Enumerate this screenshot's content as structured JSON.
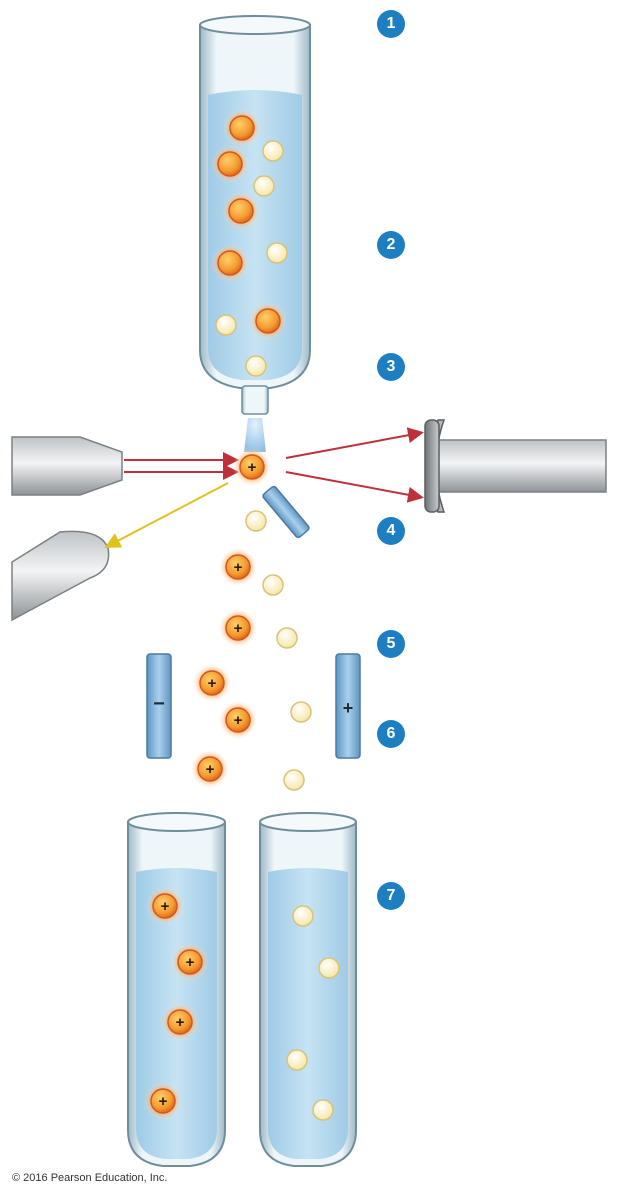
{
  "steps": [
    "1",
    "2",
    "3",
    "4",
    "5",
    "6",
    "7"
  ],
  "copyright": "© 2016 Pearson Education, Inc.",
  "charge_symbols": {
    "positive": "+",
    "negative": "−"
  },
  "colors": {
    "fluid": "#b9dcef",
    "tube_glass": "#e4f1f8",
    "tube_outline": "#6f8e9c",
    "charged_cell": "#f08a2a",
    "uncharged_cell": "#fdf6d3",
    "laser_beam": "#c0303a",
    "scatter_beam": "#e0c21e",
    "electrode": "#8cbbe0",
    "step_badge": "#1d7fc2"
  }
}
